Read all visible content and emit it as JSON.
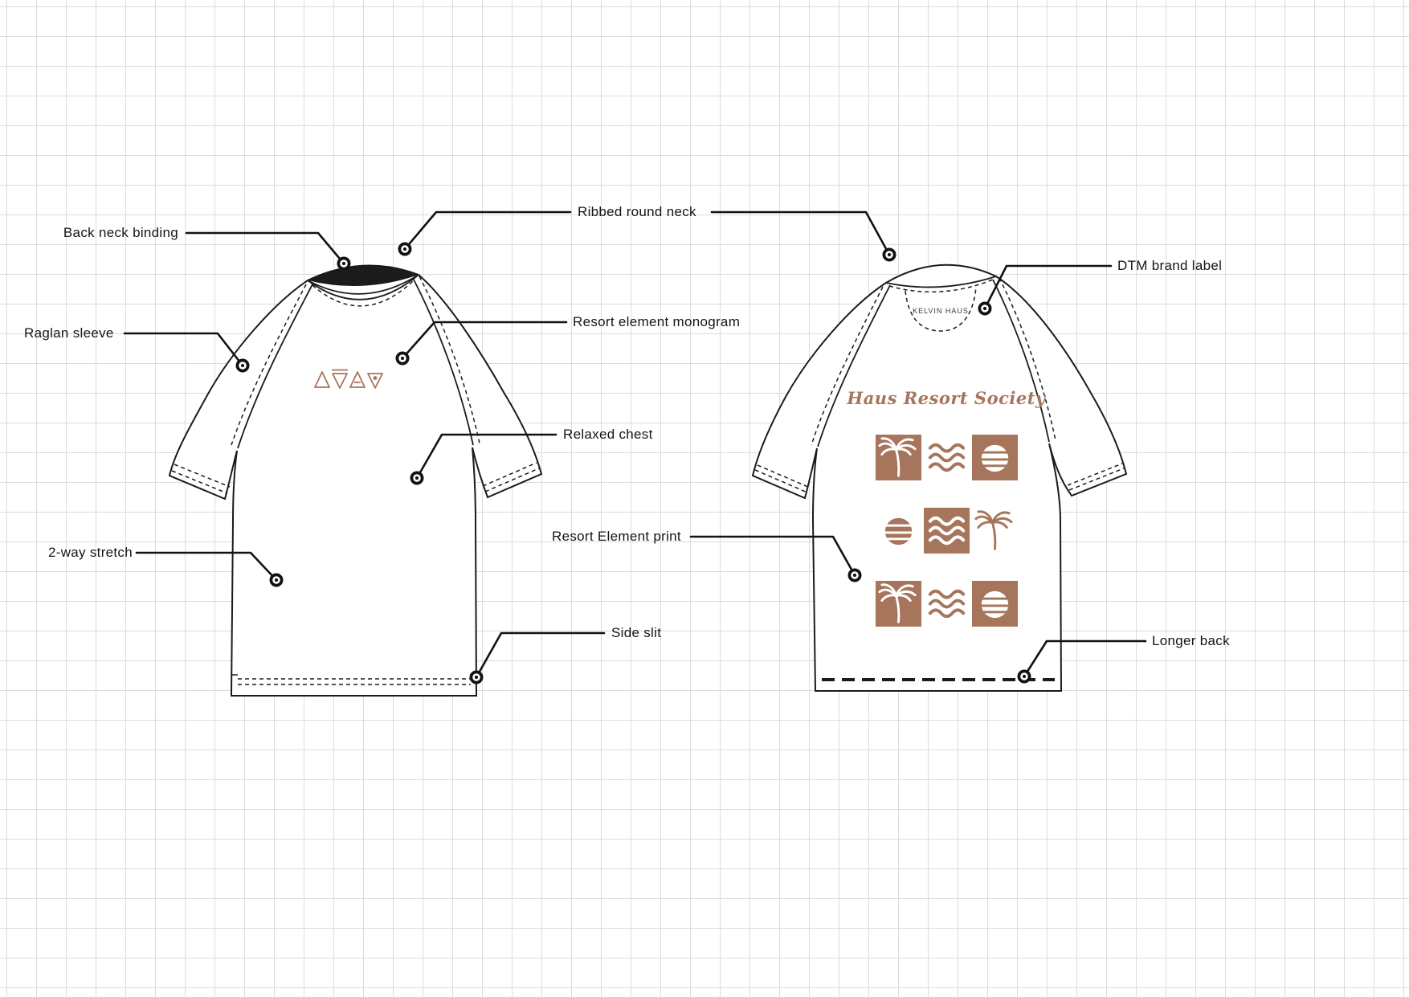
{
  "colors": {
    "accent_brown": "#a6755b",
    "line": "#1b1b1b",
    "grid_line": "#dcdcdc",
    "label_text": "#151515",
    "paper": "#ffffff"
  },
  "callouts": [
    {
      "id": "back-neck-binding",
      "label": "Back neck binding"
    },
    {
      "id": "ribbed-round-neck",
      "label": "Ribbed round neck"
    },
    {
      "id": "dtm-brand-label",
      "label": "DTM brand label"
    },
    {
      "id": "raglan-sleeve",
      "label": "Raglan sleeve"
    },
    {
      "id": "resort-element-monogram",
      "label": "Resort element monogram"
    },
    {
      "id": "relaxed-chest",
      "label": "Relaxed chest"
    },
    {
      "id": "2-way-stretch",
      "label": "2-way stretch"
    },
    {
      "id": "resort-element-print",
      "label": "Resort Element print"
    },
    {
      "id": "side-slit",
      "label": "Side slit"
    },
    {
      "id": "longer-back",
      "label": "Longer back"
    }
  ],
  "front_view": {
    "monogram_icons": [
      "triangle-up-icon",
      "triangle-down-bar-icon",
      "triangle-up-line-icon",
      "triangle-down-dot-icon"
    ]
  },
  "back_view": {
    "neck_label": "KELVIN HAUS",
    "script_text": "Haus Resort Society",
    "print_grid": [
      [
        "palm-on-brown",
        "waves-brown",
        "sun-on-brown"
      ],
      [
        "sun-brown",
        "waves-on-brown",
        "palm-brown"
      ],
      [
        "palm-on-brown",
        "waves-brown",
        "sun-on-brown"
      ]
    ]
  }
}
